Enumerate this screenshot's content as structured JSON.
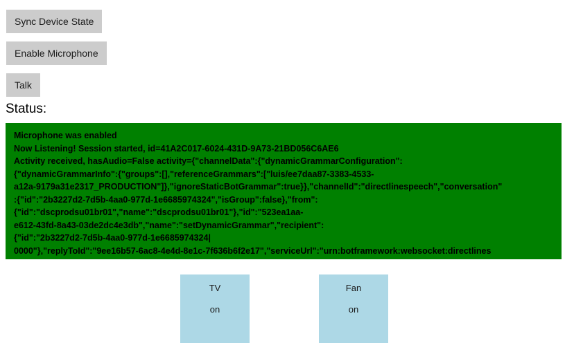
{
  "buttons": {
    "sync": "Sync Device State",
    "enable_mic": "Enable Microphone",
    "talk": "Talk"
  },
  "status": {
    "label": "Status:",
    "lines": [
      "Microphone was enabled",
      "Now Listening! Session started, id=41A2C017-6024-431D-9A73-21BD056C6AE6",
      "Activity received, hasAudio=False activity={\"channelData\":{\"dynamicGrammarConfiguration\":",
      "{\"dynamicGrammarInfo\":{\"groups\":[],\"referenceGrammars\":[\"luis/ee7daa87-3383-4533-",
      "a12a-9179a31e2317_PRODUCTION\"]},\"ignoreStaticBotGrammar\":true}},\"channelId\":\"directlinespeech\",\"conversation\"",
      ":{\"id\":\"2b3227d2-7d5b-4aa0-977d-1e6685974324\",\"isGroup\":false},\"from\":",
      "{\"id\":\"dscprodsu01br01\",\"name\":\"dscprodsu01br01\"},\"id\":\"523ea1aa-",
      "e612-43fd-8a43-03de2dc4e3db\",\"name\":\"setDynamicGrammar\",\"recipient\":",
      "{\"id\":\"2b3227d2-7d5b-4aa0-977d-1e6685974324|",
      "0000\"},\"replyToId\":\"9ee16b57-6ac8-4e4d-8e1c-7f636b6f2e17\",\"serviceUrl\":\"urn:botframework:websocket:directlines"
    ]
  },
  "devices": [
    {
      "name": "TV",
      "state": "on"
    },
    {
      "name": "Fan",
      "state": "on"
    }
  ],
  "colors": {
    "status_bg": "#008000",
    "button_bg": "#cccccc",
    "device_bg": "#add8e6",
    "text": "#000000"
  }
}
